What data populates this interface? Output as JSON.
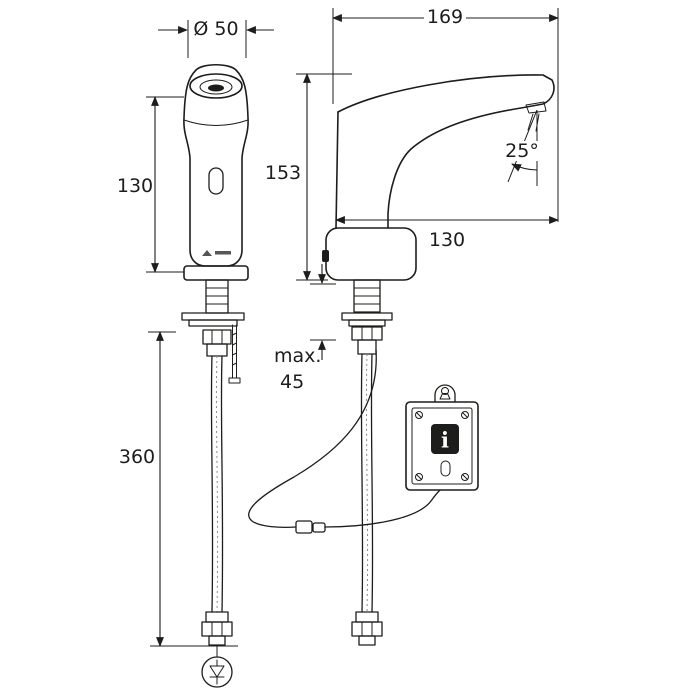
{
  "diagram": {
    "labels": {
      "spout_diameter": "Ø 50",
      "spout_length": "169",
      "total_height": "153",
      "body_height": "130",
      "spout_reach": "130",
      "spray_angle": "25°",
      "max_word": "max.",
      "max_value": "45",
      "install_depth": "360",
      "info": "i"
    },
    "colors": {
      "line": "#1d1d1b",
      "background": "#ffffff"
    }
  }
}
